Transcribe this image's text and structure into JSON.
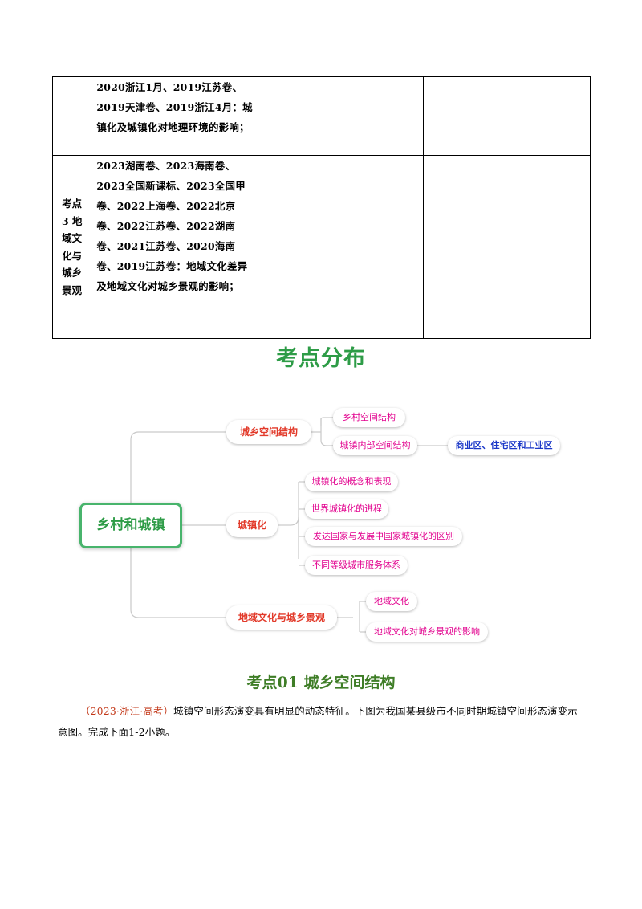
{
  "table": {
    "rows": [
      {
        "topic": "",
        "content": "2020浙江1月、2019江苏卷、2019天津卷、2019浙江4月：城镇化及城镇化对地理环境的影响；"
      },
      {
        "topic": "考点\n3 地\n域文\n化与\n城乡\n景观",
        "content": "2023湖南卷、2023海南卷、2023全国新课标、2023全国甲卷、2022上海卷、2022北京卷、2022江苏卷、2022湖南卷、2021江苏卷、2020海南卷、2019江苏卷：地域文化差异及地域文化对城乡景观的影响；"
      }
    ]
  },
  "section_title": "考点分布",
  "mindmap": {
    "root": "乡村和城镇",
    "branches": [
      {
        "label": "城乡空间结构",
        "children": [
          {
            "label": "乡村空间结构"
          },
          {
            "label": "城镇内部空间结构",
            "child": "商业区、住宅区和工业区"
          }
        ]
      },
      {
        "label": "城镇化",
        "children": [
          {
            "label": "城镇化的概念和表现"
          },
          {
            "label": "世界城镇化的进程"
          },
          {
            "label": "发达国家与发展中国家城镇化的区别"
          },
          {
            "label": "不同等级城市服务体系"
          }
        ]
      },
      {
        "label": "地域文化与城乡景观",
        "children": [
          {
            "label": "地域文化"
          },
          {
            "label": "地域文化对城乡景观的影响"
          }
        ]
      }
    ]
  },
  "kaodian_title": "考点01  城乡空间结构",
  "question": {
    "source": "（2023·浙江·高考）",
    "text": "城镇空间形态演变具有明显的动态特征。下图为我国某县级市不同时期城镇空间形态演变示意图。完成下面1-2小题。"
  },
  "colors": {
    "title_green": "#2e9c47",
    "branch_red": "#e23a2a",
    "leaf_magenta": "#e2008e",
    "leaf_blue": "#1a37c8",
    "kaodian_green": "#3e7d26",
    "source_red": "#c23616"
  }
}
